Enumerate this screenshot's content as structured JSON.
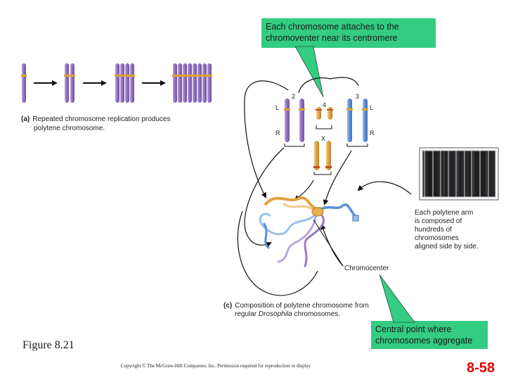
{
  "callout_top": {
    "text_line1": "Each chromosome attaches to the",
    "text_line2": "chromoventer near its centromere"
  },
  "callout_bottom": {
    "text_line1": "Central point where",
    "text_line2": "chromosomes aggregate"
  },
  "panel_a": {
    "caption_line1": "Repeated chromosome replication produces",
    "caption_line2": "polytene chromosome.",
    "caption_prefix": "(a)"
  },
  "panel_c": {
    "caption_prefix": "(c)",
    "caption_line1": "Composition of polytene chromosome from",
    "caption_line2_a": "regular ",
    "caption_line2_italic": "Drosophila",
    "caption_line2_b": " chromosomes.",
    "chromocenter_label": "Chromocenter",
    "arm_note": [
      "Each polytene arm",
      "is composed of",
      "hundreds of",
      "chromosomes",
      "aligned side by side."
    ],
    "chromosome_labels": {
      "c2": "2",
      "c3": "3",
      "c4": "4",
      "x": "X",
      "l_left": "L",
      "r_left": "R",
      "l_right": "L",
      "r_right": "R"
    }
  },
  "figure_label": "Figure 8.21",
  "copyright": "Copyright © The McGraw-Hill Companies, Inc. Permission required for reproduction or display",
  "slide_number": "8-58",
  "colors": {
    "callout": "#33cc80",
    "purple": "#9a7cc4",
    "blue": "#5a8fd4",
    "orange": "#e0a040",
    "band": "#e0a030",
    "slide_number": "#e00000"
  }
}
